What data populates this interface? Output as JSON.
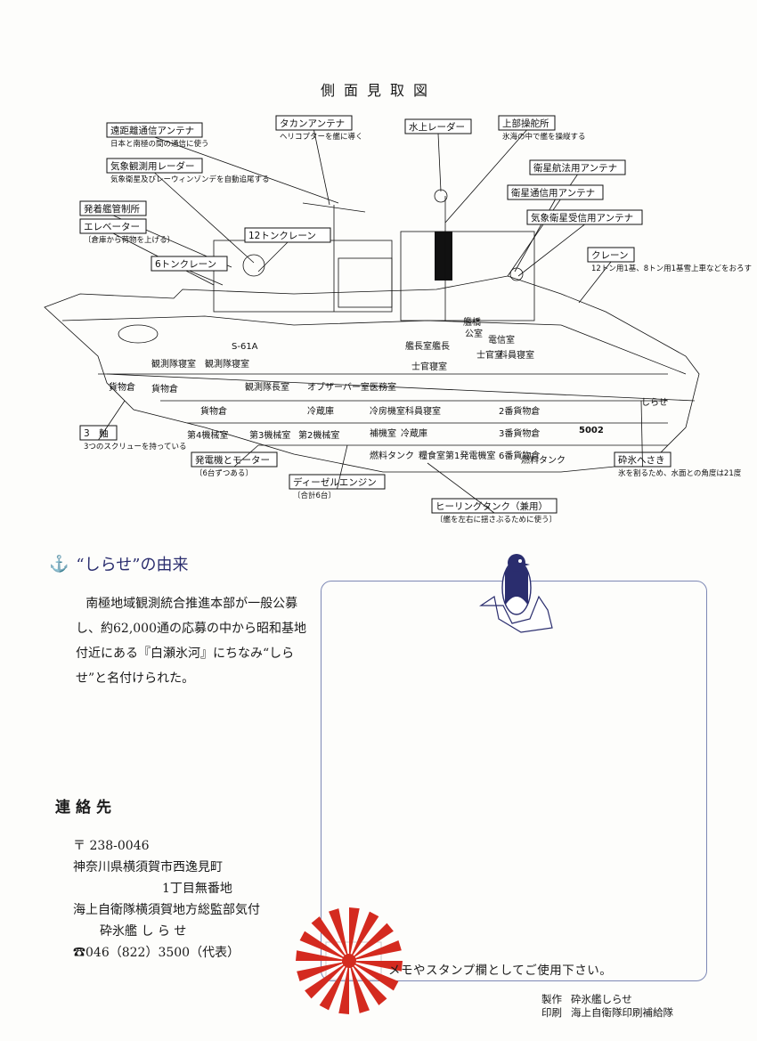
{
  "page_title": "側面見取図",
  "diagram": {
    "callouts": [
      {
        "label": "遠距離通信アンテナ",
        "note": "日本と南極の間の通信に使う"
      },
      {
        "label": "タカンアンテナ",
        "note": "ヘリコプターを艦に導く"
      },
      {
        "label": "水上レーダー"
      },
      {
        "label": "上部操舵所",
        "note": "氷海の中で艦を操縦する"
      },
      {
        "label": "衛星航法用アンテナ"
      },
      {
        "label": "衛星通信用アンテナ"
      },
      {
        "label": "気象衛星受信用アンテナ"
      },
      {
        "label": "気象観測用レーダー",
        "note": "気象衛星及びレーウィンゾンデを自動追尾する"
      },
      {
        "label": "発着艦管制所"
      },
      {
        "label": "エレベーター",
        "note": "〔倉庫から荷物を上げる〕"
      },
      {
        "label": "12トンクレーン"
      },
      {
        "label": "6トンクレーン"
      },
      {
        "label": "クレーン",
        "note": "12トン用1基、8トン用1基雪上車などをおろす"
      },
      {
        "label": "3　軸",
        "note": "3つのスクリューを持っている"
      },
      {
        "label": "発電機とモーター",
        "note": "〔6台ずつある〕"
      },
      {
        "label": "ディーゼルエンジン",
        "note": "〔合計6台〕"
      },
      {
        "label": "ヒーリングタンク（兼用）",
        "note": "〔艦を左右に揺さぶるために使う〕"
      },
      {
        "label": "砕氷へさき",
        "note": "氷を割るため、水面との角度は21度"
      }
    ],
    "rooms": [
      "貨物倉",
      "観測隊寝室",
      "観測隊寝室",
      "貨物倉",
      "貨物倉",
      "観測隊長室",
      "冷蔵庫",
      "第4機械室",
      "第3機械室",
      "オブザーバー室",
      "医務室",
      "科員寝室",
      "第2機械室",
      "冷房機室",
      "冷蔵庫",
      "補機室",
      "糧食室",
      "燃料タンク",
      "第1発電機室",
      "燃料タンク",
      "2番貨物倉",
      "3番貨物倉",
      "6番貨物倉",
      "艦長室",
      "艦長",
      "士官寝室",
      "艦橋",
      "公室",
      "電信室",
      "士官室",
      "科員寝室"
    ],
    "helicopter": "S-61A",
    "hull_number": "5002",
    "ship_name_on_hull": "しらせ"
  },
  "origin": {
    "title": "“しらせ”の由来",
    "body": "南極地域観測統合推進本部が一般公募し、約62,000通の応募の中から昭和基地付近にある『白瀬氷河』にちなみ“しらせ”と名付けられた。"
  },
  "contact": {
    "heading": "連絡先",
    "lines": [
      "〒 238-0046",
      "神奈川県横須賀市西逸見町",
      "1丁目無番地",
      "海上自衛隊横須賀地方総監部気付",
      "砕氷艦 し ら せ",
      "☎046（822）3500（代表）"
    ]
  },
  "memo_caption": "メモやスタンプ欄としてご使用下さい。",
  "credits": [
    {
      "role": "製作",
      "name": "砕氷艦しらせ"
    },
    {
      "role": "印刷",
      "name": "海上自衛隊印刷補給隊"
    }
  ],
  "colors": {
    "accent": "#2a2d6e",
    "memo_border": "#7d88b5",
    "flag_red": "#d42a1f"
  }
}
